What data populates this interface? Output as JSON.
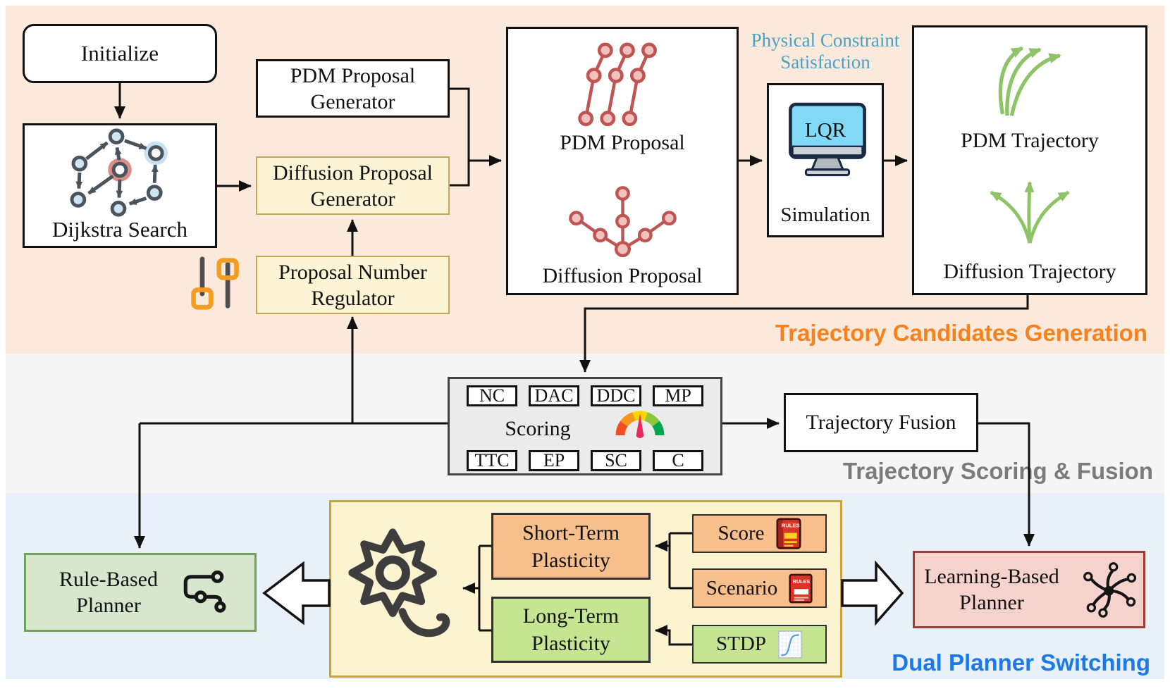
{
  "palette": {
    "band_generation_bg": "#fbe9dc",
    "band_scoring_bg": "#f5f5f6",
    "band_switching_bg": "#e8f0fa",
    "yellow_box_fill": "#fdf4d6",
    "yellow_box_border": "#c4a74e",
    "panel_fill": "#fcf3d0",
    "panel_border": "#c9a43c",
    "orange_box_fill": "#f6bf8b",
    "green_box_fill": "#c6e592",
    "rule_planner_fill": "#d7e7cd",
    "rule_planner_border": "#72a259",
    "learning_planner_fill": "#f6d2cd",
    "learning_planner_border": "#9e3d39",
    "generation_label_color": "#f5821f",
    "scoring_label_color": "#7b7b7b",
    "switching_label_color": "#1b79e8",
    "constraint_note_color": "#4ba2c6",
    "proposal_icon_red": "#bf5552",
    "trajectory_icon_green": "#8fc368",
    "monitor_screen_cyan": "#82d9f5",
    "slider_orange": "#f59c23",
    "gauge_colors": [
      "#f04e23",
      "#f7941d",
      "#ffd400",
      "#8dc63f",
      "#00a651"
    ],
    "gauge_needle": "#eb2a5f",
    "connector_color": "#111111"
  },
  "sections": {
    "generation": "Trajectory Candidates Generation",
    "scoring": "Trajectory Scoring & Fusion",
    "switching": "Dual Planner Switching"
  },
  "generation": {
    "initialize": "Initialize",
    "dijkstra": "Dijkstra Search",
    "pdm_generator": "PDM Proposal Generator",
    "diffusion_generator": "Diffusion Proposal Generator",
    "regulator": "Proposal Number Regulator",
    "pdm_proposal": "PDM Proposal",
    "diffusion_proposal": "Diffusion Proposal",
    "constraint_note": "Physical Constraint Satisfaction",
    "lqr": "LQR",
    "simulation": "Simulation",
    "pdm_trajectory": "PDM Trajectory",
    "diffusion_trajectory": "Diffusion Trajectory"
  },
  "scoring": {
    "label": "Scoring",
    "metrics_top": [
      "NC",
      "DAC",
      "DDC",
      "MP"
    ],
    "metrics_bottom": [
      "TTC",
      "EP",
      "SC",
      "C"
    ],
    "fusion": "Trajectory Fusion"
  },
  "switching": {
    "rule_planner": "Rule-Based Planner",
    "learning_planner": "Learning-Based Planner",
    "short_term": "Short-Term Plasticity",
    "long_term": "Long-Term Plasticity",
    "score": "Score",
    "scenario": "Scenario",
    "stdp": "STDP",
    "rules_text": "RULES"
  }
}
